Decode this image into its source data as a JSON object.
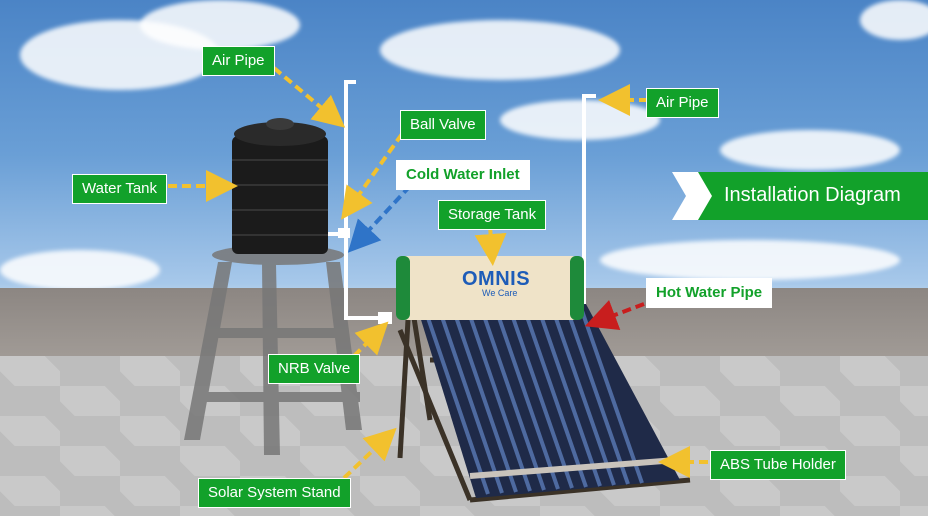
{
  "diagram": {
    "banner": "Installation Diagram",
    "brand": {
      "name": "OMNIS",
      "tagline": "We Care"
    },
    "labels": {
      "air_pipe_left": "Air Pipe",
      "air_pipe_right": "Air Pipe",
      "ball_valve": "Ball Valve",
      "cold_water_inlet": "Cold Water Inlet",
      "water_tank": "Water Tank",
      "storage_tank": "Storage Tank",
      "hot_water_pipe": "Hot Water Pipe",
      "nrb_valve": "NRB Valve",
      "abs_tube_holder": "ABS Tube Holder",
      "solar_system_stand": "Solar System Stand"
    },
    "colors": {
      "label_green": "#12a12a",
      "arrow_yellow": "#f2c12e",
      "arrow_blue": "#2f74c8",
      "arrow_red": "#c81e1e"
    }
  }
}
